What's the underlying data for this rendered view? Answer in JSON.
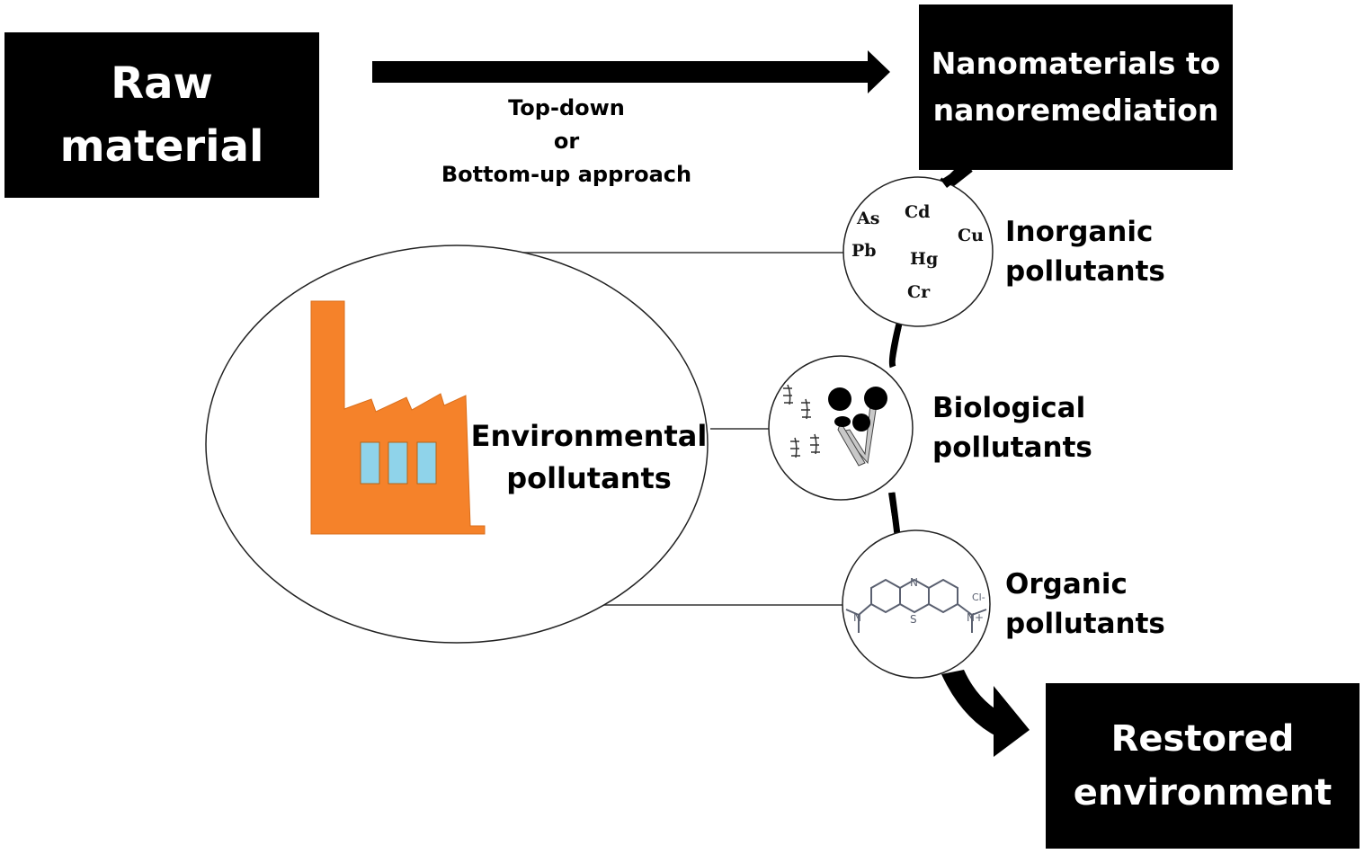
{
  "boxes": {
    "raw_material": [
      "Raw",
      "material"
    ],
    "nanomaterials": [
      "Nanomaterials to",
      "nanoremediation"
    ],
    "restored": [
      "Restored",
      "environment"
    ]
  },
  "approach": [
    "Top-down",
    "or",
    "Bottom-up approach"
  ],
  "environmental": [
    "Environmental",
    "pollutants"
  ],
  "pollutants": {
    "inorganic": {
      "label": [
        "Inorganic",
        "pollutants"
      ],
      "elements": [
        "As",
        "Cd",
        "Cu",
        "Pb",
        "Hg",
        "Cr"
      ]
    },
    "biological": {
      "label": [
        "Biological",
        "pollutants"
      ]
    },
    "organic": {
      "label": [
        "Organic",
        "pollutants"
      ],
      "molecule_atoms": [
        "N",
        "S",
        "N",
        "N+",
        "Cl-"
      ]
    }
  },
  "icons": [
    "factory-icon",
    "microbe-icon",
    "fungus-icon",
    "methylene-blue-molecule-icon"
  ],
  "colors": {
    "box": "#000000",
    "box_text": "#ffffff",
    "factory": "#f5822a",
    "factory_window": "#8fd3ea"
  }
}
